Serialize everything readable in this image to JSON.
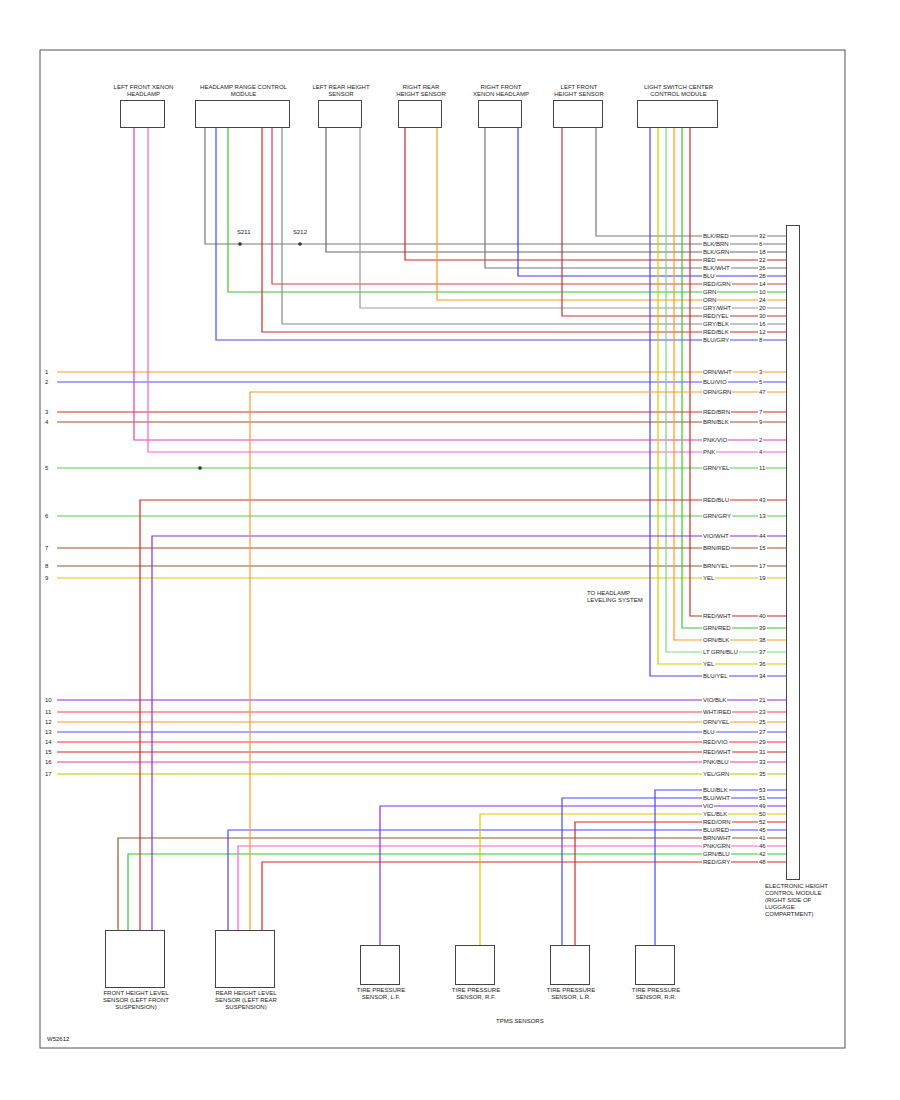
{
  "diagram": {
    "nodes": [
      {
        "text": [
          "LEFT FRONT XENON HEADLAMP"
        ]
      },
      {
        "text": [
          "HEADLAMP RANGE CONTROL MODULE"
        ]
      },
      {
        "text": [
          "LEFT REAR HEIGHT SENSOR"
        ]
      },
      {
        "text": [
          "RIGHT REAR HEIGHT SENSOR"
        ]
      },
      {
        "text": [
          "RIGHT FRONT XENON HEADLAMP"
        ]
      },
      {
        "text": [
          "LEFT FRONT HEIGHT SENSOR"
        ]
      },
      {
        "text": [
          "LIGHT SWITCH CENTER CONTROL MODULE"
        ]
      },
      {
        "text": [
          "ELECTRONIC HEIGHT CONTROL MODULE (RIGHT SIDE OF LUGGAGE COMPARTMENT)"
        ]
      },
      {
        "text": [
          "FRONT HEIGHT LEVEL SENSOR (LEFT FRONT SUSPENSION)"
        ]
      },
      {
        "text": [
          "REAR HEIGHT LEVEL SENSOR (LEFT REAR SUSPENSION)"
        ]
      },
      {
        "text": [
          "TIRE PRESSURE SENSOR, L.F."
        ]
      },
      {
        "text": [
          "TIRE PRESSURE SENSOR, R.F."
        ]
      },
      {
        "text": [
          "TIRE PRESSURE SENSOR, L.R."
        ]
      },
      {
        "text": [
          "TIRE PRESSURE SENSOR, R.R."
        ]
      }
    ],
    "edges": [
      {
        "from": 0,
        "to": 7,
        "arrow": "none",
        "label": "PNK/VIO"
      },
      {
        "from": 0,
        "to": 7,
        "arrow": "none",
        "label": "PNK"
      },
      {
        "from": 1,
        "to": 7,
        "arrow": "none",
        "label": "BLK/BRN"
      },
      {
        "from": 1,
        "to": 7,
        "arrow": "none",
        "label": "BLU/GRY"
      },
      {
        "from": 1,
        "to": 7,
        "arrow": "none",
        "label": "GRN"
      },
      {
        "from": 1,
        "to": 7,
        "arrow": "none",
        "label": "RED/BLK"
      },
      {
        "from": 1,
        "to": 7,
        "arrow": "none",
        "label": "RED/GRN"
      },
      {
        "from": 1,
        "to": 7,
        "arrow": "none",
        "label": "GRY/BLK"
      },
      {
        "from": 2,
        "to": 7,
        "arrow": "none",
        "label": "BLK/GRN"
      },
      {
        "from": 2,
        "to": 7,
        "arrow": "none",
        "label": "GRY/WHT"
      },
      {
        "from": 3,
        "to": 7,
        "arrow": "none",
        "label": "RED"
      },
      {
        "from": 3,
        "to": 7,
        "arrow": "none",
        "label": "ORN"
      },
      {
        "from": 4,
        "to": 7,
        "arrow": "none",
        "label": "BLK/WHT"
      },
      {
        "from": 4,
        "to": 7,
        "arrow": "none",
        "label": "BLU"
      },
      {
        "from": 5,
        "to": 7,
        "arrow": "none",
        "label": "RED/YEL"
      },
      {
        "from": 5,
        "to": 7,
        "arrow": "none",
        "label": "BLK/RED"
      },
      {
        "from": 6,
        "to": 7,
        "arrow": "none",
        "label": "BLU/YEL"
      },
      {
        "from": 6,
        "to": 7,
        "arrow": "none",
        "label": "YEL"
      },
      {
        "from": 6,
        "to": 7,
        "arrow": "none",
        "label": "LT GRN/BLU"
      },
      {
        "from": 6,
        "to": 7,
        "arrow": "none",
        "label": "ORN/BLK"
      },
      {
        "from": 6,
        "to": 7,
        "arrow": "none",
        "label": "GRN/RED"
      },
      {
        "from": 6,
        "to": 7,
        "arrow": "none",
        "label": "RED/WHT"
      },
      {
        "from": 8,
        "to": 7,
        "arrow": "none",
        "label": "BRN/WHT"
      },
      {
        "from": 8,
        "to": 7,
        "arrow": "none",
        "label": "GRN/BLU"
      },
      {
        "from": 8,
        "to": 7,
        "arrow": "none",
        "label": "RED/BLU"
      },
      {
        "from": 8,
        "to": 7,
        "arrow": "none",
        "label": "VIO/WHT"
      },
      {
        "from": 9,
        "to": 7,
        "arrow": "none",
        "label": "BLU/RED"
      },
      {
        "from": 9,
        "to": 7,
        "arrow": "none",
        "label": "PNK/GRN"
      },
      {
        "from": 9,
        "to": 7,
        "arrow": "none",
        "label": "ORN/GRN"
      },
      {
        "from": 9,
        "to": 7,
        "arrow": "none",
        "label": "RED/GRY"
      },
      {
        "from": 10,
        "to": 7,
        "arrow": "none",
        "label": "VIO"
      },
      {
        "from": 11,
        "to": 7,
        "arrow": "none",
        "label": "YEL/BLK"
      },
      {
        "from": 12,
        "to": 7,
        "arrow": "none",
        "label": "BLU/WHT"
      },
      {
        "from": 12,
        "to": 7,
        "arrow": "none",
        "label": "RED/ORN"
      },
      {
        "from": 13,
        "to": 7,
        "arrow": "none",
        "label": "BLU/BLK"
      }
    ],
    "labels": [
      "S211",
      "S212",
      "TO HEADLAMP LEVELING SYSTEM",
      "TPMS SENSORS",
      "W52612",
      "1",
      "ORN/WHT",
      "3",
      "2",
      "BLU/VIO",
      "5",
      "3",
      "RED/BRN",
      "7",
      "4",
      "BRN/BLK",
      "9",
      "5",
      "GRN/YEL",
      "11",
      "6",
      "GRN/GRY",
      "13",
      "7",
      "BRN/RED",
      "15",
      "8",
      "BRN/YEL",
      "17",
      "9",
      "YEL",
      "19",
      "10",
      "VIO/BLK",
      "21",
      "11",
      "WHT/RED",
      "23",
      "12",
      "ORN/YEL",
      "25",
      "13",
      "BLU",
      "27",
      "14",
      "RED/VIO",
      "29",
      "15",
      "RED/WHT",
      "31",
      "16",
      "PNK/BLU",
      "33",
      "17",
      "YEL/GRN",
      "35",
      "2",
      "4",
      "6",
      "8",
      "10",
      "12",
      "14",
      "16",
      "18",
      "20",
      "22",
      "24",
      "26",
      "28",
      "30",
      "32",
      "34",
      "36",
      "37",
      "38",
      "39",
      "40",
      "41",
      "42",
      "43",
      "44",
      "45",
      "46",
      "47",
      "48",
      "49",
      "50",
      "51",
      "52",
      "53"
    ]
  }
}
